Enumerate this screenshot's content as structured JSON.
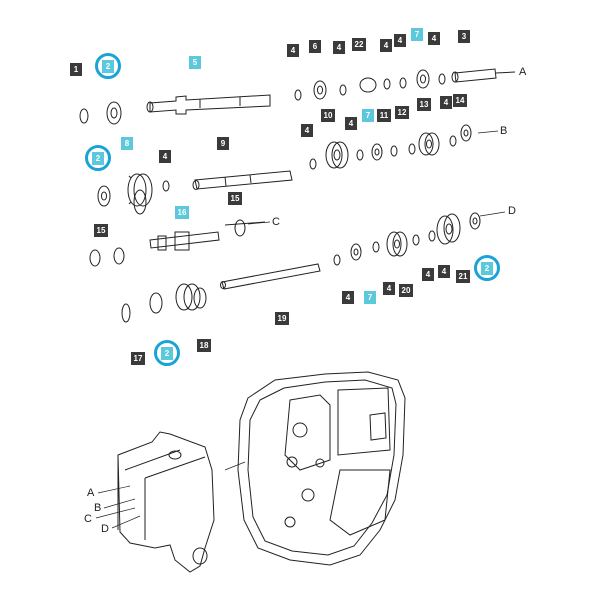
{
  "callouts": {
    "p1": "1",
    "p2a": "2",
    "p2b": "2",
    "p2c": "2",
    "p2d": "2",
    "p3": "3",
    "p4a": "4",
    "p4b": "4",
    "p4c": "4",
    "p4d": "4",
    "p4e": "4",
    "p4f": "4",
    "p4g": "4",
    "p4h": "4",
    "p4i": "4",
    "p4j": "4",
    "p4k": "4",
    "p4l": "4",
    "p4m": "4",
    "p5": "5",
    "p6": "6",
    "p7a": "7",
    "p7b": "7",
    "p7c": "7",
    "p8": "8",
    "p9": "9",
    "p10": "10",
    "p11": "11",
    "p12": "12",
    "p13": "13",
    "p14": "14",
    "p15a": "15",
    "p15b": "15",
    "p16": "16",
    "p17": "17",
    "p18": "18",
    "p19": "19",
    "p20": "20",
    "p21": "21",
    "p22": "22"
  },
  "refs": {
    "a1": "A",
    "b1": "B",
    "c1": "C",
    "d1": "D",
    "a2": "A",
    "b2": "B",
    "c2": "C",
    "d2": "D"
  },
  "colors": {
    "highlight": "#5cc8dc",
    "circle": "#1aa3d6",
    "label": "#3a3a3a"
  }
}
